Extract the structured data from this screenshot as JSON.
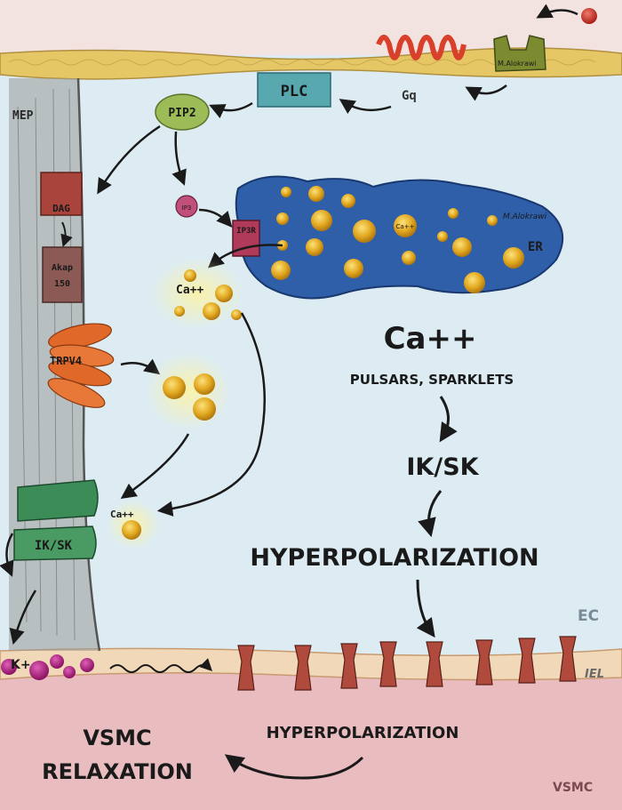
{
  "labels": {
    "mep": "MEP",
    "plc": "PLC",
    "gq": "Gq",
    "pip2": "PIP2",
    "dag": "DAG",
    "akap": "Akap",
    "akap_num": "150",
    "trpv4": "TRPV4",
    "ip3": "IP3",
    "ip3r": "IP3R",
    "er": "ER",
    "er_ca": "Ca++",
    "author": "M.Alokrawi",
    "ca_release": "Ca++",
    "ca_main": "Ca++",
    "pulsars": "PULSARS, SPARKLETS",
    "iksk_main": "IK/SK",
    "hyper_main": "HYPERPOLARIZATION",
    "ca_small": "Ca++",
    "iksk_channel": "IK/SK",
    "ec": "EC",
    "k_plus": "K+",
    "iel": "IEL",
    "hyper_vsmc": "HYPERPOLARIZATION",
    "vsmc_relax_1": "VSMC",
    "vsmc_relax_2": "RELAXATION",
    "vsmc": "VSMC"
  },
  "colors": {
    "cytoplasm": "#dcecf2",
    "top_band": "#f2e2e0",
    "membrane": "#e6c766",
    "er_fill": "#2f5fa8",
    "ca_ball": "#e2a820",
    "vsmc_bg": "#e9bcc0",
    "iel_band": "#f0d8b8",
    "connexin": "#b04a3c",
    "k_ion": "#a8207a",
    "gq_receptor": "#d8402c",
    "plc_box": "#58a8b0",
    "pip2": "#9cbc58",
    "dag_box": "#a8443c",
    "akap_box": "#8c5a55",
    "trpv4": "#e06828",
    "iksk_box": "#3c8c58"
  }
}
